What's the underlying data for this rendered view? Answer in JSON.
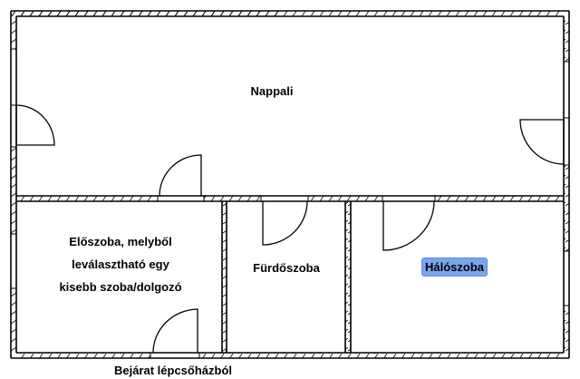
{
  "floor_plan": {
    "rooms": [
      {
        "id": "nappali",
        "label": "Nappali"
      },
      {
        "id": "eloszoba",
        "label_lines": [
          "Előszoba, melyből",
          "leválasztható egy",
          "kisebb szoba/dolgozó"
        ]
      },
      {
        "id": "furdoszoba",
        "label": "Fürdőszoba"
      },
      {
        "id": "haloszoba",
        "label": "Hálószoba",
        "selected": true
      }
    ],
    "entrance_label": "Bejárat lépcsőházból",
    "colors": {
      "wall": "#000000",
      "background": "#ffffff",
      "selection_highlight": "#7aa4ee"
    }
  }
}
